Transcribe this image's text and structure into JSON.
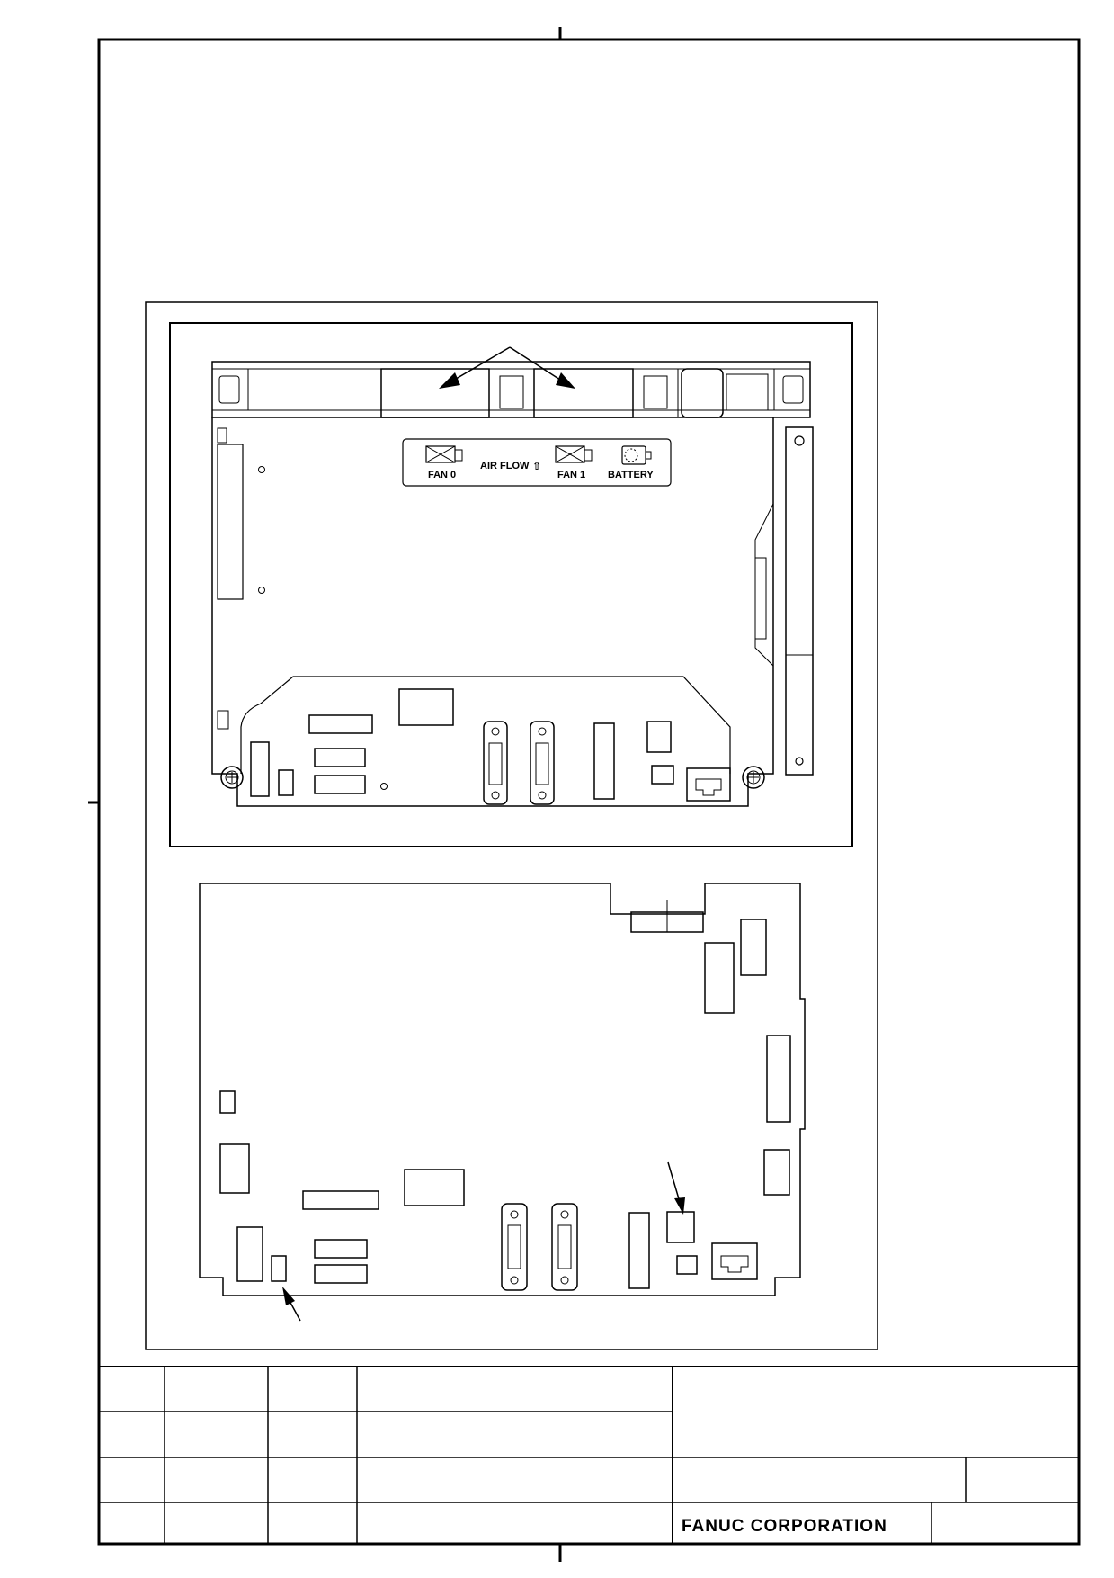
{
  "fan_panel": {
    "fan0_label": "FAN 0",
    "airflow_label": "AIR FLOW",
    "airflow_arrow_glyph": "⇧",
    "fan1_label": "FAN 1",
    "battery_label": "BATTERY"
  },
  "title_block": {
    "company": "FANUC CORPORATION"
  },
  "colors": {
    "ink": "#000000",
    "paper": "#ffffff"
  }
}
